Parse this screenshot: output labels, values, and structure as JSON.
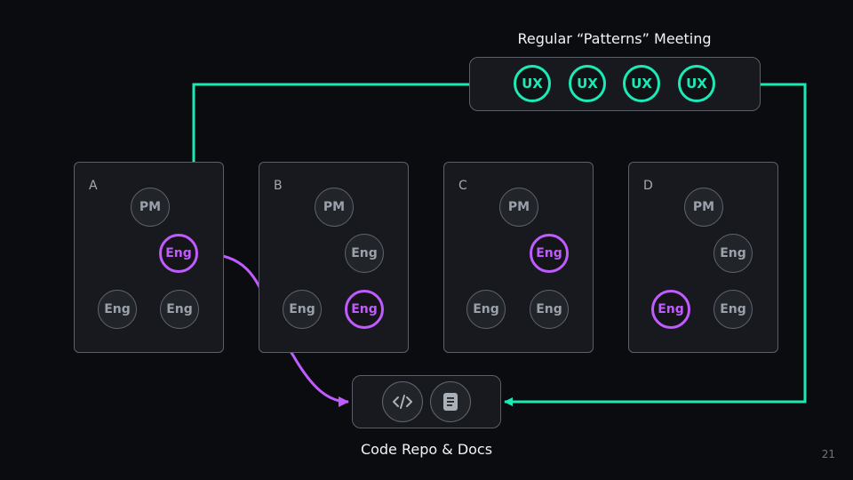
{
  "meeting": {
    "title": "Regular “Patterns” Meeting",
    "members": [
      "UX",
      "UX",
      "UX",
      "UX"
    ]
  },
  "teams": [
    {
      "label": "A",
      "pm": "PM",
      "engs": [
        "Eng",
        "Eng",
        "Eng"
      ],
      "highlighted_eng_index": 0
    },
    {
      "label": "B",
      "pm": "PM",
      "engs": [
        "Eng",
        "Eng",
        "Eng"
      ],
      "highlighted_eng_index": 2
    },
    {
      "label": "C",
      "pm": "PM",
      "engs": [
        "Eng",
        "Eng",
        "Eng"
      ],
      "highlighted_eng_index": 0
    },
    {
      "label": "D",
      "pm": "PM",
      "engs": [
        "Eng",
        "Eng",
        "Eng"
      ],
      "highlighted_eng_index": 1
    }
  ],
  "repo": {
    "label": "Code Repo & Docs",
    "icons": [
      "code-icon",
      "document-icon"
    ]
  },
  "colors": {
    "ux_accent": "#1de9b6",
    "eng_highlight": "#c05cff",
    "background": "#0b0c0f"
  },
  "page_number": "21"
}
